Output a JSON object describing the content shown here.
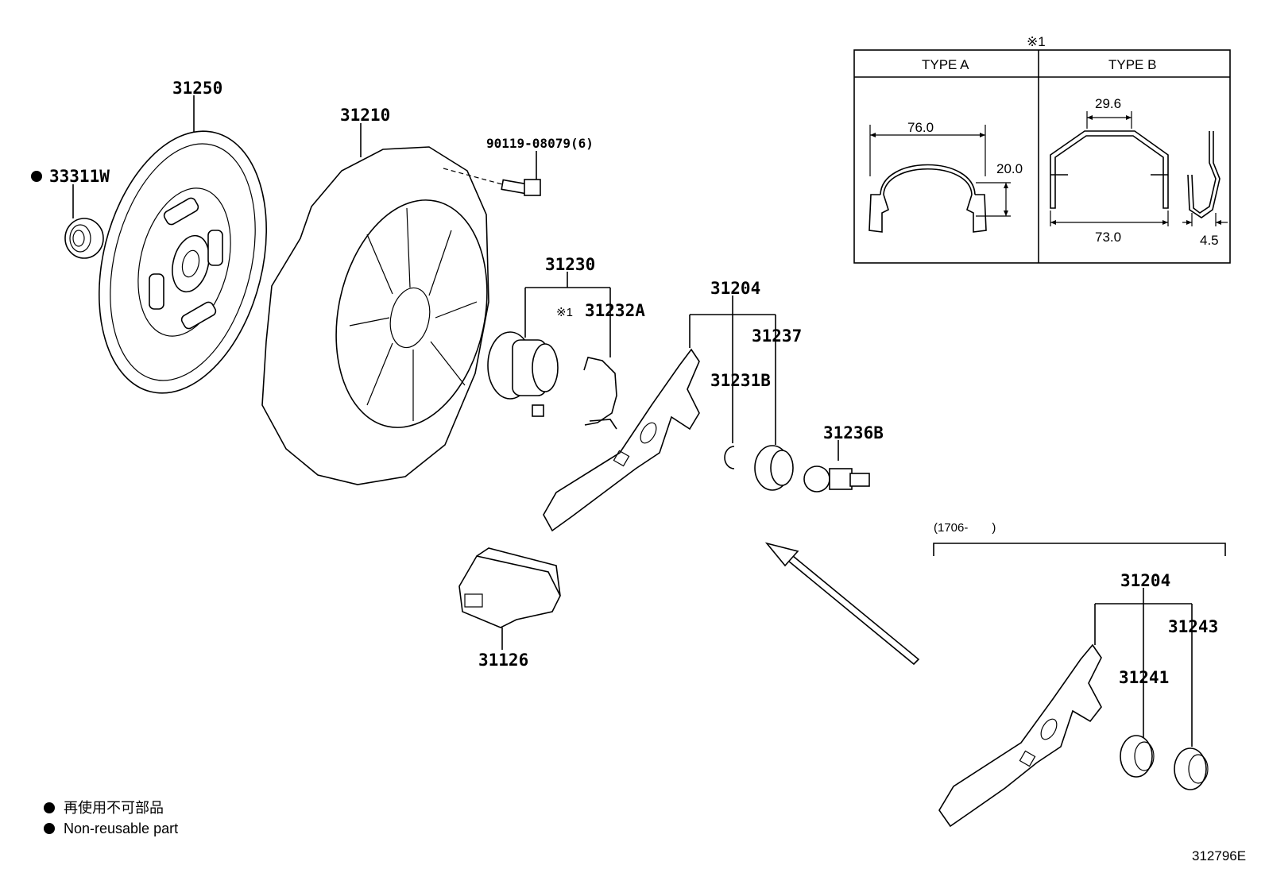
{
  "parts": {
    "p31250": "31250",
    "p33311w": "33311W",
    "p31210": "31210",
    "p90119": "90119-08079(6)",
    "p31230": "31230",
    "p31232a": "31232A",
    "p31204": "31204",
    "p31237": "31237",
    "p31231b": "31231B",
    "p31236b": "31236B",
    "p31126": "31126",
    "p31204b": "31204",
    "p31243": "31243",
    "p31241": "31241"
  },
  "note_mark": "※1",
  "note_mark_small": "※1",
  "table": {
    "header_mark": "※1",
    "type_a": "TYPE A",
    "type_b": "TYPE B",
    "a_width": "76.0",
    "a_height": "20.0",
    "b_top": "29.6",
    "b_width": "73.0",
    "b_thick": "4.5"
  },
  "date_range": "(1706-　　)",
  "legend": {
    "jp": "再使用不可部品",
    "en": "Non-reusable part"
  },
  "illustration_code": "312796E"
}
